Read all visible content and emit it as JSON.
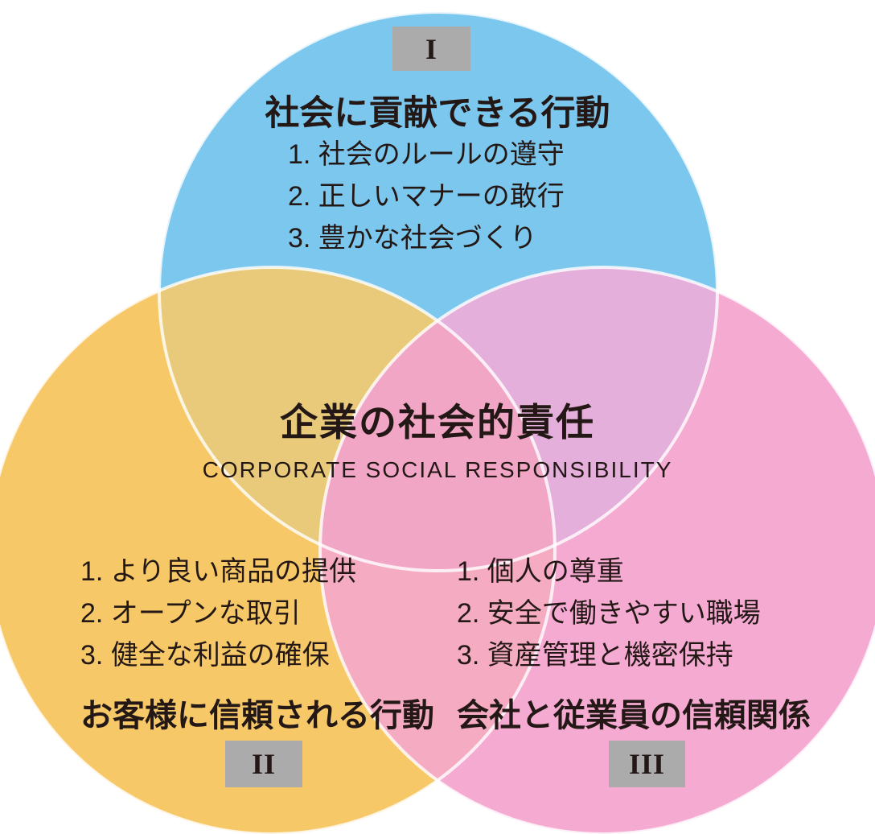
{
  "diagram": {
    "type": "venn-3-circles",
    "center": {
      "title": "企業の社会的責任",
      "subtitle": "CORPORATE SOCIAL RESPONSIBILITY"
    },
    "sections": [
      {
        "badge": "I",
        "title": "社会に貢献できる行動",
        "items": [
          "1. 社会のルールの遵守",
          "2. 正しいマナーの敢行",
          "3. 豊かな社会づくり"
        ]
      },
      {
        "badge": "II",
        "title": "お客様に信頼される行動",
        "items": [
          "1. より良い商品の提供",
          "2. オープンな取引",
          "3. 健全な利益の確保"
        ]
      },
      {
        "badge": "III",
        "title": "会社と従業員の信頼関係",
        "items": [
          "1. 個人の尊重",
          "2. 安全で働きやすい職場",
          "3. 資産管理と機密保持"
        ]
      }
    ]
  },
  "colors": {
    "circle_blue": "#7CC7ED",
    "circle_yellow": "#F7C868",
    "circle_pink": "#F5AAD2",
    "overlap_blue_yellow": "#E8CA7A",
    "overlap_blue_pink": "#E4AFDA",
    "overlap_yellow_pink": "#F5ACC3",
    "overlap_center": "#F2A6C6",
    "circle_stroke": "#FFFFFF",
    "badge_background": "#ABABAB",
    "text": "#231815"
  }
}
